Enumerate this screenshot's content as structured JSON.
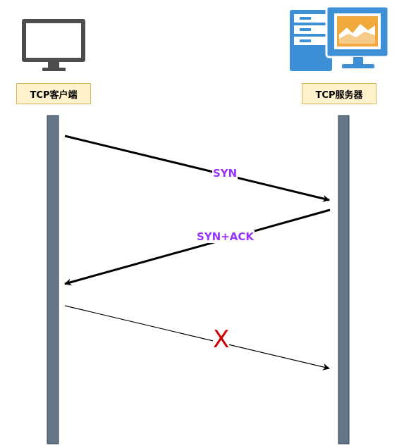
{
  "colors": {
    "lifeline_fill": "#647687",
    "lifeline_stroke": "#314354",
    "label_fill": "#fff2cc",
    "label_border": "#d6b656",
    "message_label": "#9933ff",
    "lost_marker": "#cc0000",
    "monitor": "#4d4d4d",
    "server_blue": "#3d8fd6",
    "chart_orange": "#f2a93b"
  },
  "client": {
    "label": "TCP客户端",
    "icon": "monitor-icon"
  },
  "server": {
    "label": "TCP服务器",
    "icon": "server-with-monitor-icon"
  },
  "messages": [
    {
      "label": "SYN",
      "direction": "client-to-server"
    },
    {
      "label": "SYN+ACK",
      "direction": "server-to-client"
    },
    {
      "label": "",
      "direction": "client-to-server",
      "lost": true,
      "marker": "X"
    }
  ]
}
